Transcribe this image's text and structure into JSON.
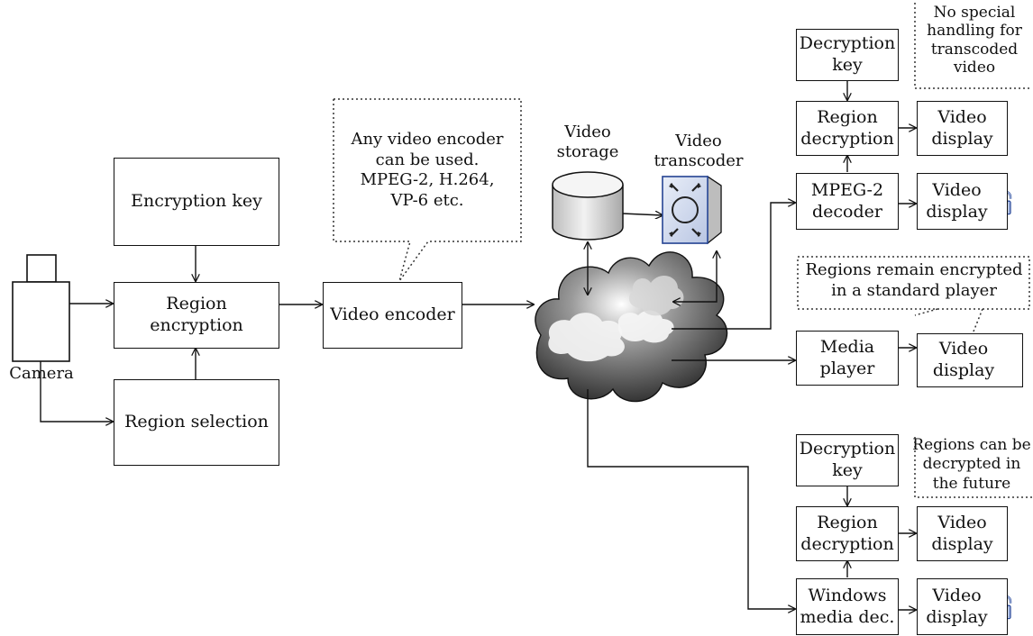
{
  "colors": {
    "lock_fill": "#c9d6ee",
    "lock_outline": "#2b4a9a",
    "cloud_dark": "#2a2a2a",
    "storage_fill": "#d8d8d8"
  },
  "icons": [
    "camera-icon",
    "lock-icon",
    "cloud-network-icon",
    "database-icon",
    "transcoder-icon"
  ],
  "camera": {
    "label": "Camera"
  },
  "boxes": {
    "encryption_key": "Encryption key",
    "region_encryption": [
      "Region",
      "encryption"
    ],
    "region_selection": "Region selection",
    "video_encoder": "Video encoder",
    "dec_key_top": [
      "Decryption",
      "key"
    ],
    "region_dec_top": [
      "Region",
      "decryption"
    ],
    "video_display_top": [
      "Video",
      "display"
    ],
    "mpeg2_decoder": [
      "MPEG-2",
      "decoder"
    ],
    "video_display_mpeg": [
      "Video",
      "display"
    ],
    "media_player": [
      "Media",
      "player"
    ],
    "video_display_media": [
      "Video",
      "display"
    ],
    "dec_key_bottom": [
      "Decryption",
      "key"
    ],
    "region_dec_bottom": [
      "Region",
      "decryption"
    ],
    "video_display_bottom": [
      "Video",
      "display"
    ],
    "windows_media_dec": [
      "Windows",
      "media dec."
    ],
    "video_display_windows": [
      "Video",
      "display"
    ]
  },
  "notes": {
    "encoder_note": [
      "Any video encoder",
      "can be used.",
      "MPEG-2, H.264,",
      "VP-6 etc."
    ],
    "no_special": [
      "No special",
      "handling for",
      "transcoded",
      "video"
    ],
    "remain_encrypted": [
      "Regions remain encrypted",
      "in a standard player"
    ],
    "future": [
      "Regions can be",
      "decrypted in",
      "the future"
    ]
  },
  "labels": {
    "storage": [
      "Video",
      "storage"
    ],
    "transcoder": [
      "Video",
      "transcoder"
    ]
  }
}
